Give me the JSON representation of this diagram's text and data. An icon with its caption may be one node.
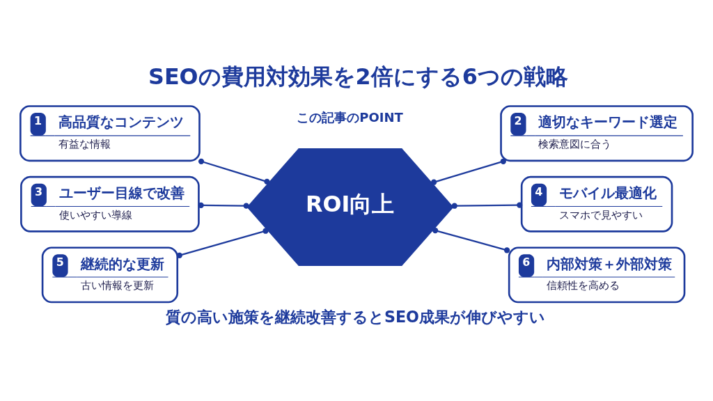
{
  "diagram": {
    "title": "SEOの費用対効果を2倍にする6つの戦略",
    "caption": "質の高い施策を継続改善するとSEO成果が伸びやすい",
    "nodes": [
      {
        "text": [
          "1",
          "高品質なコンテンツ",
          "有益な情報"
        ]
      },
      {
        "text": [
          "2",
          "適切なキーワード選定",
          "検索意図に合う"
        ]
      },
      {
        "text": [
          "3",
          "ユーザー目線で改善",
          "使いやすい導線"
        ]
      },
      {
        "text": [
          "ROI向上"
        ]
      },
      {
        "text": [
          "4",
          "モバイル最適化",
          "スマホで見やすい"
        ]
      },
      {
        "text": [
          "5",
          "継続的な更新",
          "古い情報を更新"
        ]
      },
      {
        "text": [
          "6",
          "内部対策＋外部対策",
          "信頼性を高める"
        ]
      }
    ],
    "edges": [
      {
        "from": 0,
        "to": 3,
        "arrow": "other"
      },
      {
        "from": 3,
        "to": 1,
        "arrow": "other"
      },
      {
        "from": 2,
        "to": 3,
        "arrow": "other"
      },
      {
        "from": 3,
        "to": 4,
        "arrow": "other"
      },
      {
        "from": 5,
        "to": 3,
        "arrow": "other"
      },
      {
        "from": 3,
        "to": 6,
        "arrow": "other"
      }
    ],
    "labels": [
      "この記事のPOINT"
    ]
  }
}
